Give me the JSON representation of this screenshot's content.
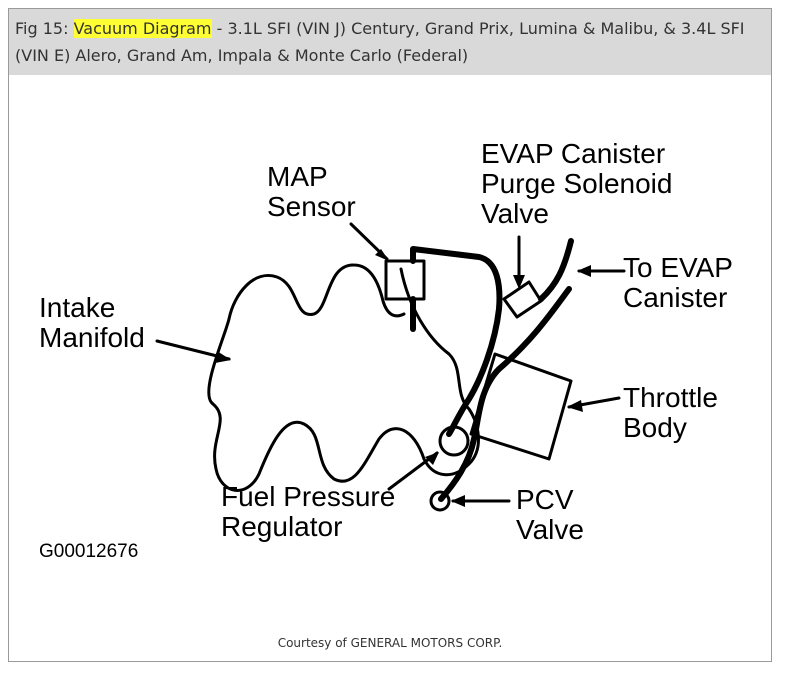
{
  "caption": {
    "prefix": "Fig 15: ",
    "highlight": "Vacuum Diagram",
    "rest": " - 3.1L SFI (VIN J) Century, Grand Prix, Lumina & Malibu, & 3.4L SFI (VIN E) Alero, Grand Am, Impala & Monte Carlo (Federal)"
  },
  "labels": {
    "map_line1": "MAP",
    "map_line2": "Sensor",
    "evap_line1": "EVAP Canister",
    "evap_line2": "Purge Solenoid",
    "evap_line3": "Valve",
    "to_evap_line1": "To EVAP",
    "to_evap_line2": "Canister",
    "intake_line1": "Intake",
    "intake_line2": "Manifold",
    "throttle_line1": "Throttle",
    "throttle_line2": "Body",
    "fuel_line1": "Fuel Pressure",
    "fuel_line2": "Regulator",
    "pcv_line1": "PCV",
    "pcv_line2": "Valve"
  },
  "figure_code": "G00012676",
  "courtesy": "Courtesy of GENERAL MOTORS CORP.",
  "colors": {
    "highlight": "#ffff33",
    "caption_bg": "#d9d9d9"
  }
}
